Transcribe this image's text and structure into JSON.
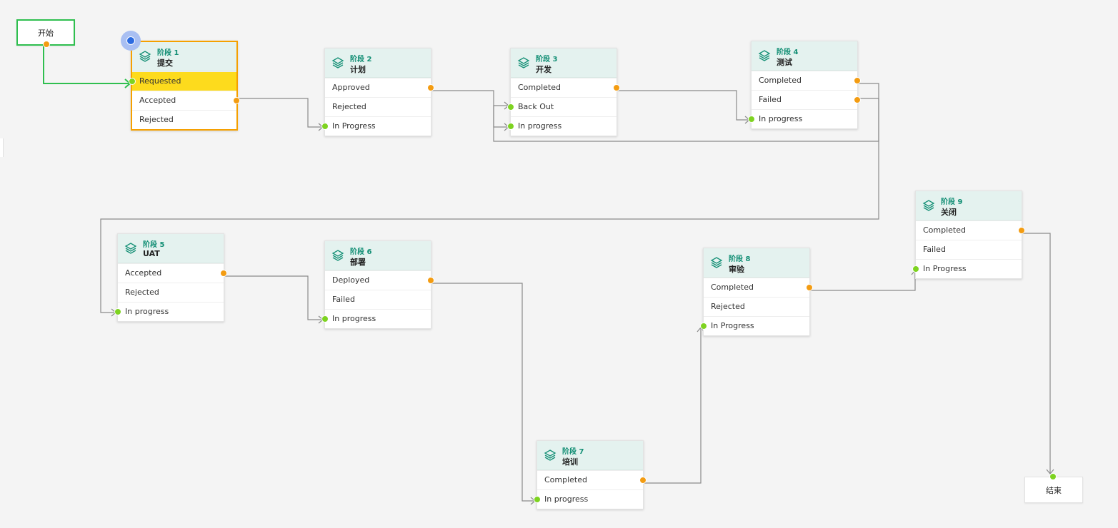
{
  "colors": {
    "canvas": "#f4f4f4",
    "header_bg": "#e4f2ef",
    "stage_number": "#138f75",
    "selected_border": "#f5a000",
    "highlight_row": "#fddb1d",
    "out_port": "#f39c12",
    "in_port": "#7ed321",
    "start_border": "#2fbf4f",
    "connector": "#8a8a8a"
  },
  "start": {
    "label": "开始"
  },
  "end": {
    "label": "结束"
  },
  "stages": [
    {
      "number": "阶段 1",
      "name": "提交",
      "icon": "layers-icon",
      "selected": true,
      "rows": [
        "Requested",
        "Accepted",
        "Rejected"
      ],
      "highlighted_row": "Requested"
    },
    {
      "number": "阶段 2",
      "name": "计划",
      "icon": "layers-icon",
      "rows": [
        "Approved",
        "Rejected",
        "In Progress"
      ]
    },
    {
      "number": "阶段 3",
      "name": "开发",
      "icon": "layers-icon",
      "rows": [
        "Completed",
        "Back Out",
        "In progress"
      ]
    },
    {
      "number": "阶段 4",
      "name": "测试",
      "icon": "layers-icon",
      "rows": [
        "Completed",
        "Failed",
        "In progress"
      ]
    },
    {
      "number": "阶段 5",
      "name": "UAT",
      "icon": "layers-icon",
      "rows": [
        "Accepted",
        "Rejected",
        "In progress"
      ]
    },
    {
      "number": "阶段 6",
      "name": "部署",
      "icon": "layers-icon",
      "rows": [
        "Deployed",
        "Failed",
        "In progress"
      ]
    },
    {
      "number": "阶段 7",
      "name": "培训",
      "icon": "layers-icon",
      "rows": [
        "Completed",
        "In progress"
      ]
    },
    {
      "number": "阶段 8",
      "name": "审验",
      "icon": "layers-icon",
      "rows": [
        "Completed",
        "Rejected",
        "In Progress"
      ]
    },
    {
      "number": "阶段 9",
      "name": "关闭",
      "icon": "layers-icon",
      "rows": [
        "Completed",
        "Failed",
        "In Progress"
      ]
    }
  ],
  "connections": [
    {
      "from": "开始",
      "to": "阶段 1 · Requested"
    },
    {
      "from": "阶段 1 · Accepted",
      "to": "阶段 2 · In Progress"
    },
    {
      "from": "阶段 2 · Approved",
      "to": "阶段 3 · In progress"
    },
    {
      "from": "阶段 3 · Completed",
      "to": "阶段 4 · In progress"
    },
    {
      "from": "阶段 4 · Completed",
      "to": "阶段 5 · In progress"
    },
    {
      "from": "阶段 4 · Failed",
      "to": "阶段 3 · Back Out"
    },
    {
      "from": "阶段 5 · Accepted",
      "to": "阶段 6 · In progress"
    },
    {
      "from": "阶段 6 · Deployed",
      "to": "阶段 7 · In progress"
    },
    {
      "from": "阶段 7 · Completed",
      "to": "阶段 8 · In Progress"
    },
    {
      "from": "阶段 8 · Completed",
      "to": "阶段 9 · In Progress"
    },
    {
      "from": "阶段 9 · Completed",
      "to": "结束"
    }
  ]
}
